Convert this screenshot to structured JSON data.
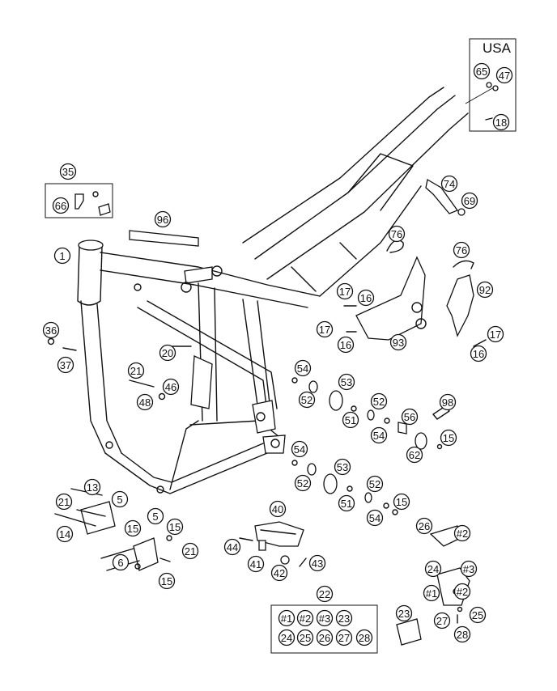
{
  "usa_box": {
    "label": "USA",
    "callouts": [
      "65",
      "47",
      "18"
    ]
  },
  "kit_35_box": {
    "callouts": [
      "35",
      "66"
    ]
  },
  "kit_22_box": {
    "callouts": [
      "22",
      "#1",
      "#2",
      "#3",
      "23",
      "24",
      "25",
      "26",
      "27",
      "28"
    ]
  },
  "callouts": {
    "c1": "1",
    "c96": "96",
    "c74": "74",
    "c69": "69",
    "c76a": "76",
    "c76b": "76",
    "c92": "92",
    "c17a": "17",
    "c16a": "16",
    "c17b": "17",
    "c16b": "16",
    "c93": "93",
    "c17c": "17",
    "c16c": "16",
    "c36": "36",
    "c37": "37",
    "c20": "20",
    "c21a": "21",
    "c46": "46",
    "c48": "48",
    "c54a": "54",
    "c53a": "53",
    "c52a": "52",
    "c52b": "52",
    "c51a": "51",
    "c56": "56",
    "c54b": "54",
    "c98": "98",
    "c15a": "15",
    "c62": "62",
    "c54c": "54",
    "c53b": "53",
    "c52c": "52",
    "c52d": "52",
    "c51b": "51",
    "c15b": "15",
    "c54d": "54",
    "c13": "13",
    "c5a": "5",
    "c21b": "21",
    "c14": "14",
    "c5b": "5",
    "c15c": "15",
    "c15d": "15",
    "c15e": "15",
    "c21c": "21",
    "c6": "6",
    "c40": "40",
    "c44": "44",
    "c41": "41",
    "c42": "42",
    "c43": "43",
    "c26": "26",
    "c2a": "#2",
    "c24": "24",
    "c3": "#3",
    "c1b": "#1",
    "c2b": "#2",
    "c25": "25",
    "c27": "27",
    "c28": "28",
    "c23": "23"
  }
}
